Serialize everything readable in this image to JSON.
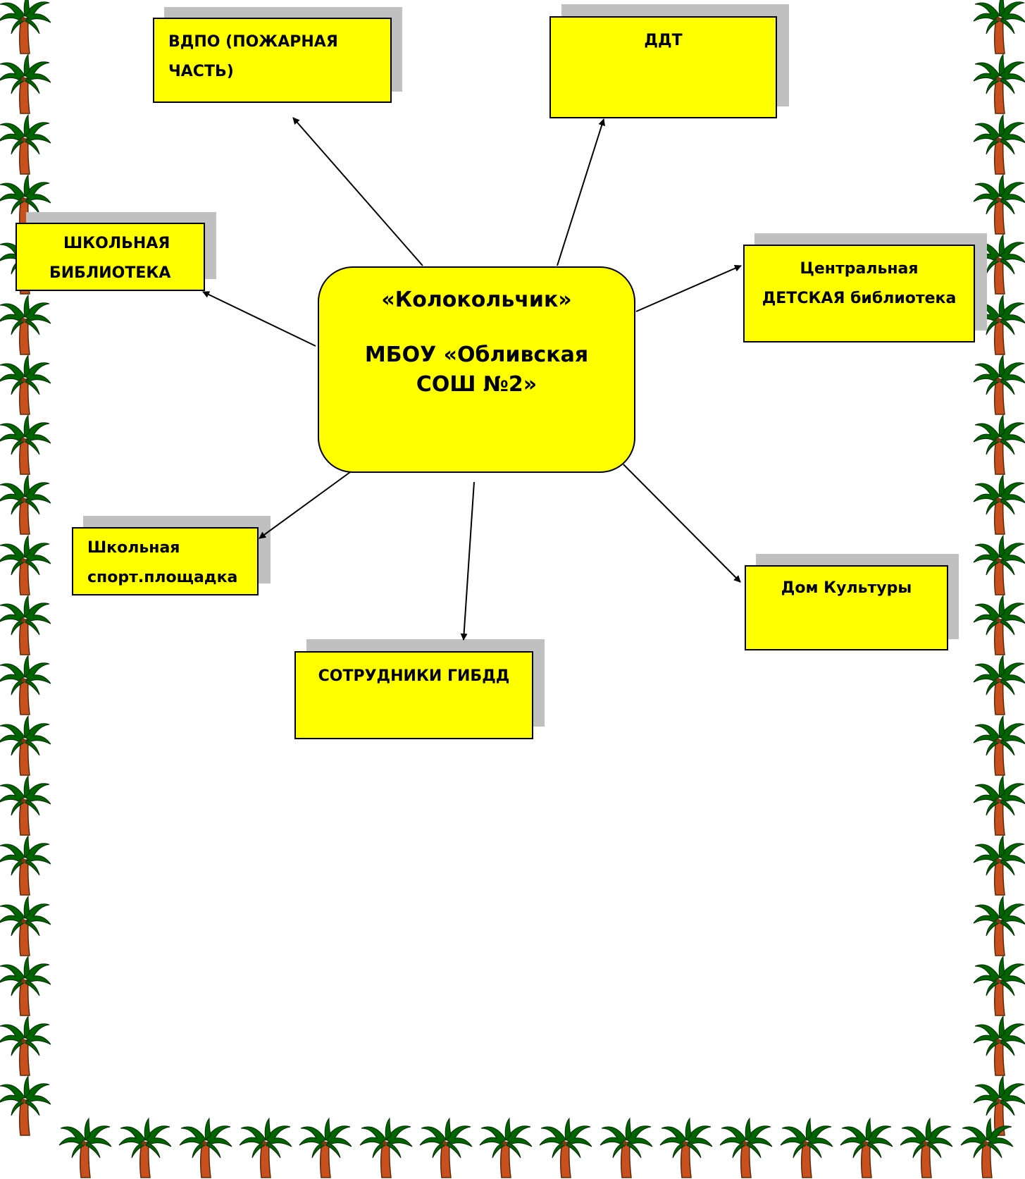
{
  "colors": {
    "box_fill": "#ffff00",
    "box_border": "#000000",
    "shadow": "#c0c0c0",
    "palm_leaf": "#006400",
    "palm_trunk": "#c8501e",
    "page_background": "#ffffff"
  },
  "border_icon": "palm-tree-icon",
  "center": {
    "line1": "«Колокольчик»",
    "line2": "МБОУ «Обливская",
    "line3": "СОШ №2»"
  },
  "partners": {
    "vdpo": {
      "line1": "ВДПО (ПОЖАРНАЯ",
      "line2": "ЧАСТЬ)"
    },
    "ddt": {
      "line1": "ДДТ"
    },
    "school_library": {
      "line1": "ШКОЛЬНАЯ",
      "line2": "БИБЛИОТЕКА"
    },
    "central_library": {
      "line1": "Центральная",
      "line2": "ДЕТСКАЯ библиотека"
    },
    "sport_ground": {
      "line1": "Школьная",
      "line2": "спорт.площадка"
    },
    "gibdd": {
      "line1": "СОТРУДНИКИ ГИБДД"
    },
    "culture_house": {
      "line1": "Дом Культуры"
    }
  }
}
